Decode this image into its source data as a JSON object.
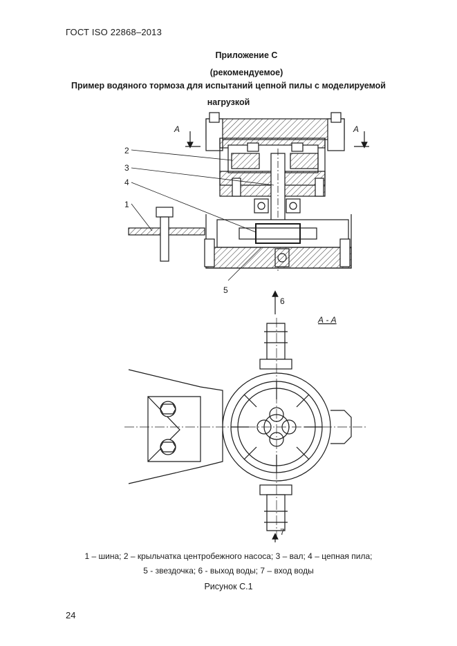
{
  "header": {
    "standard": "ГОСТ ISO 22868–2013"
  },
  "annex": {
    "title": "Приложение С",
    "status": "(рекомендуемое)",
    "figure_title_line1": "Пример водяного тормоза для испытаний цепной пилы с моделируемой",
    "figure_title_line2": "нагрузкой"
  },
  "drawing": {
    "section_mark": "А",
    "section_view_label": "А - А",
    "callouts": [
      "1",
      "2",
      "3",
      "4",
      "5",
      "6",
      "7"
    ]
  },
  "legend": {
    "line1": "1  – шина; 2 – крыльчатка  центробежного  насоса; 3 – вал; 4 –  цепная пила;",
    "line2": "5 - звездочка; 6 - выход воды; 7 – вход воды"
  },
  "figure_label": "Рисунок С.1",
  "page_number": "24"
}
